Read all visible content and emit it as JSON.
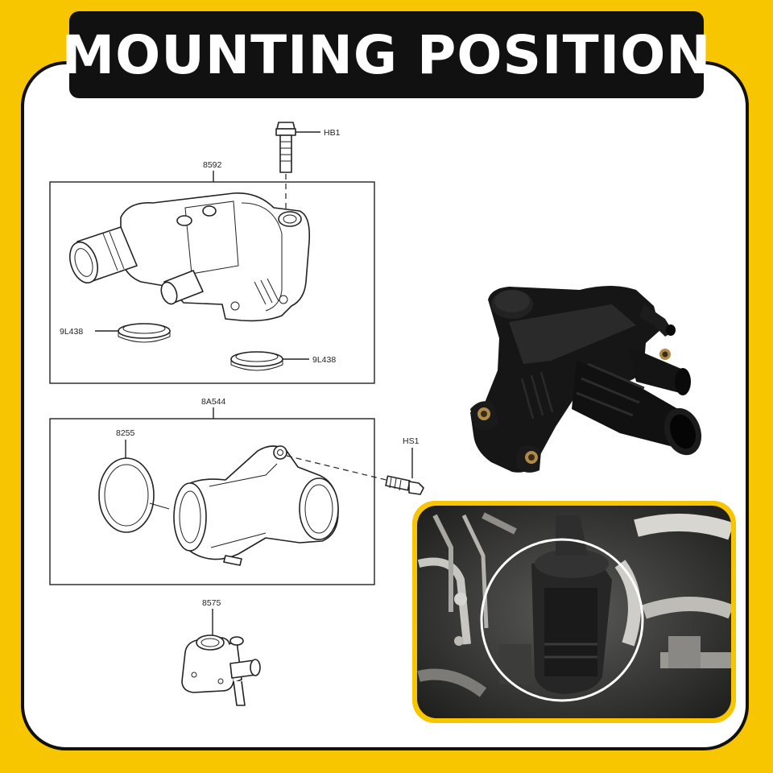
{
  "banner": {
    "title": "MOUNTING POSITION"
  },
  "diagram": {
    "labels": {
      "hb1": "HB1",
      "p8592": "8592",
      "l9l438_left": "9L438",
      "l9l438_right": "9L438",
      "p8a544": "8A544",
      "p8255": "8255",
      "hs1": "HS1",
      "p8575": "8575"
    }
  },
  "colors": {
    "background": "#f7c600",
    "panel": "#ffffff",
    "banner": "#111111",
    "photo_frame": "#f7c600"
  },
  "images": {
    "product_photo": "black-plastic-thermostat-housing-photo",
    "engine_photo": "engine-bay-installation-photo"
  }
}
